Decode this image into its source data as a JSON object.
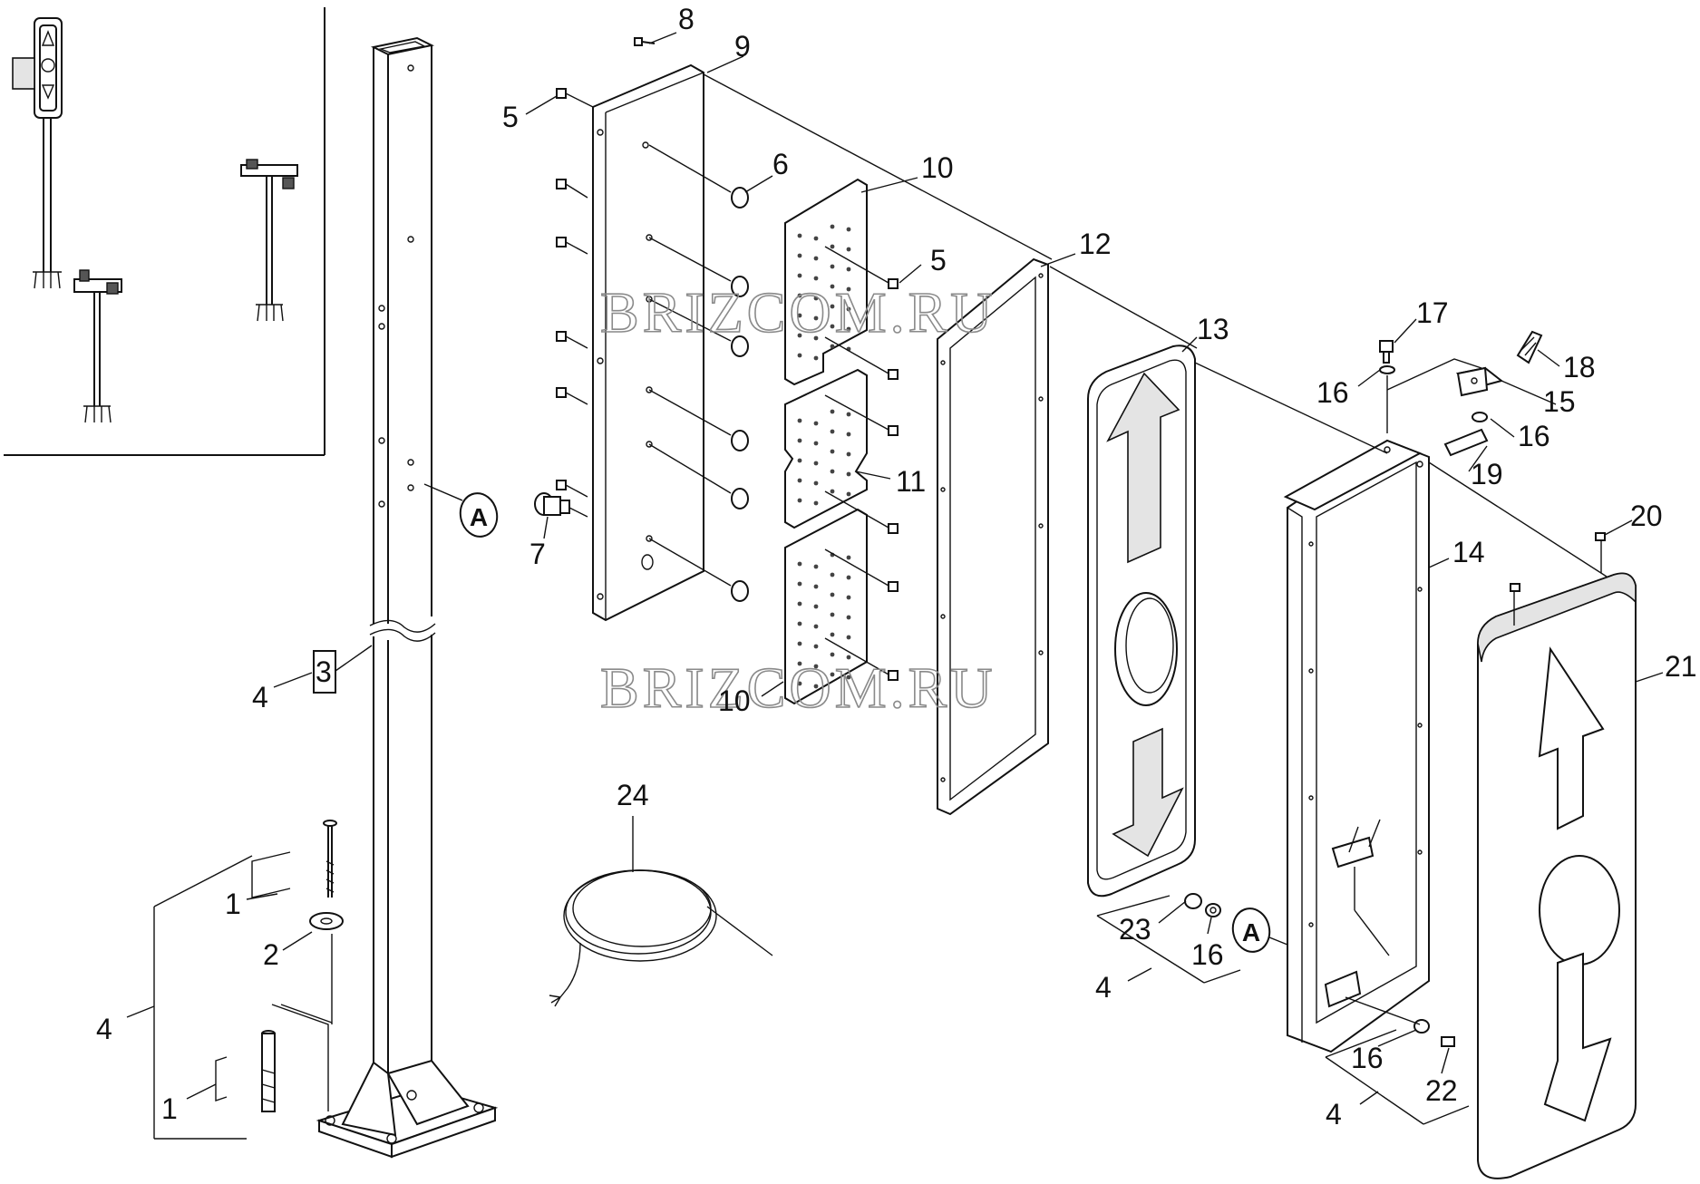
{
  "watermarks": [
    "BRIZCOM.RU",
    "BRIZCOM.RU"
  ],
  "callouts": [
    {
      "id": "c8",
      "text": "8"
    },
    {
      "id": "c9",
      "text": "9"
    },
    {
      "id": "c5a",
      "text": "5"
    },
    {
      "id": "c6",
      "text": "6"
    },
    {
      "id": "c10a",
      "text": "10"
    },
    {
      "id": "c5b",
      "text": "5"
    },
    {
      "id": "c12",
      "text": "12"
    },
    {
      "id": "c11",
      "text": "11"
    },
    {
      "id": "c7",
      "text": "7"
    },
    {
      "id": "c10b",
      "text": "10"
    },
    {
      "id": "c13",
      "text": "13"
    },
    {
      "id": "c17",
      "text": "17"
    },
    {
      "id": "c18",
      "text": "18"
    },
    {
      "id": "c16a",
      "text": "16"
    },
    {
      "id": "c15",
      "text": "15"
    },
    {
      "id": "c16b",
      "text": "16"
    },
    {
      "id": "c19",
      "text": "19"
    },
    {
      "id": "c20",
      "text": "20"
    },
    {
      "id": "c14",
      "text": "14"
    },
    {
      "id": "c21",
      "text": "21"
    },
    {
      "id": "c3",
      "text": "3"
    },
    {
      "id": "c4a",
      "text": "4"
    },
    {
      "id": "c24",
      "text": "24"
    },
    {
      "id": "c1a",
      "text": "1"
    },
    {
      "id": "c2",
      "text": "2"
    },
    {
      "id": "c4b",
      "text": "4"
    },
    {
      "id": "c1b",
      "text": "1"
    },
    {
      "id": "c23",
      "text": "23"
    },
    {
      "id": "c16c",
      "text": "16"
    },
    {
      "id": "c4c",
      "text": "4"
    },
    {
      "id": "c16d",
      "text": "16"
    },
    {
      "id": "c22",
      "text": "22"
    },
    {
      "id": "c4d",
      "text": "4"
    }
  ],
  "connector_marks": [
    {
      "id": "markA1",
      "text": "A"
    },
    {
      "id": "markA2",
      "text": "A"
    }
  ]
}
